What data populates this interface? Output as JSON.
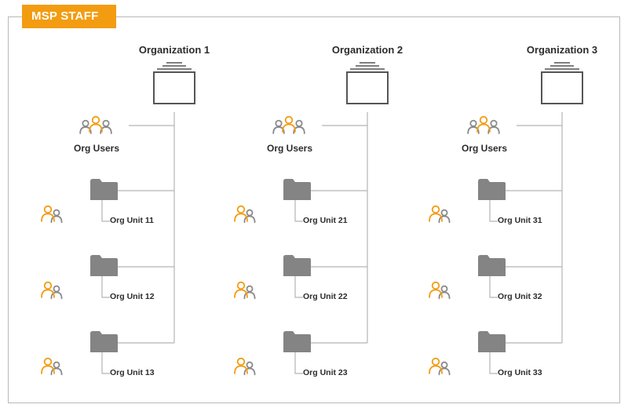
{
  "header": {
    "badge_label": "MSP STAFF"
  },
  "colors": {
    "accent": "#f39c12",
    "line": "#b5b5b5",
    "folder": "#848484",
    "user_gray": "#8a8a8a"
  },
  "organizations": [
    {
      "name": "Organization 1",
      "users_label": "Org Users",
      "units": [
        "Org Unit 11",
        "Org Unit 12",
        "Org Unit 13"
      ]
    },
    {
      "name": "Organization 2",
      "users_label": "Org Users",
      "units": [
        "Org Unit 21",
        "Org Unit 22",
        "Org Unit 23"
      ]
    },
    {
      "name": "Organization 3",
      "users_label": "Org Users",
      "units": [
        "Org Unit 31",
        "Org Unit 32",
        "Org Unit 33"
      ]
    }
  ]
}
